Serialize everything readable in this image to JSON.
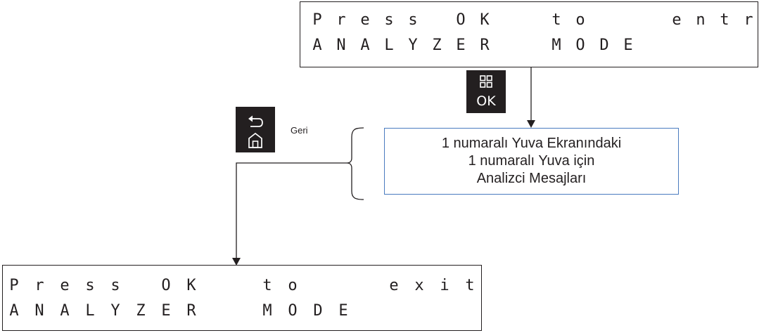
{
  "top_display": {
    "line1": [
      "P",
      "r",
      "e",
      "s",
      "s",
      "",
      "O",
      "K",
      "",
      "",
      "t",
      "o",
      "",
      "",
      "e",
      "n",
      "t",
      "r"
    ],
    "line2": [
      "A",
      "N",
      "A",
      "L",
      "Y",
      "Z",
      "E",
      "R",
      "",
      "M",
      "O",
      "D",
      "E"
    ]
  },
  "ok_button": {
    "label": "OK",
    "icon": "grid-icon"
  },
  "back_home_button": {
    "icons": [
      "back-arrow-icon",
      "home-icon"
    ],
    "label": "Geri"
  },
  "message_box": {
    "lines": [
      "1 numaralı Yuva Ekranındaki",
      "1 numaralı Yuva için",
      "Analizci Mesajları"
    ]
  },
  "bottom_display": {
    "line1": [
      "P",
      "r",
      "e",
      "s",
      "s",
      "",
      "O",
      "K",
      "",
      "",
      "t",
      "o",
      "",
      "",
      "e",
      "x",
      "i",
      "t"
    ],
    "line2": [
      "A",
      "N",
      "A",
      "L",
      "Y",
      "Z",
      "E",
      "R",
      "",
      "M",
      "O",
      "D",
      "E"
    ]
  },
  "colors": {
    "ink": "#231f20",
    "box_border": "#4a7bbf"
  }
}
